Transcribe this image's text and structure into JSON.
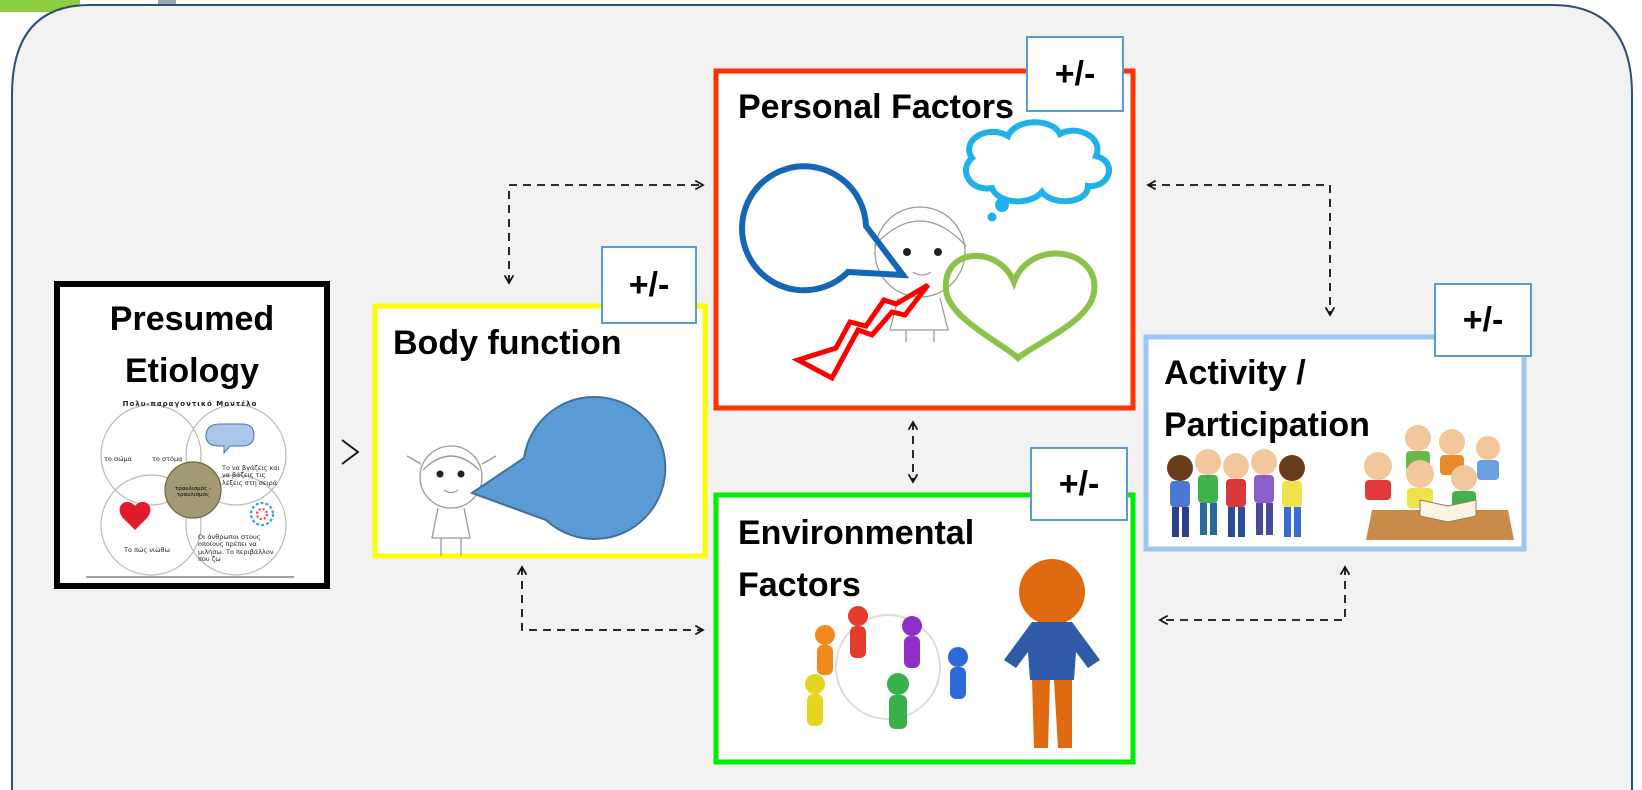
{
  "colors": {
    "panel_fill": "#f2f2f2",
    "panel_border": "#2f4f74",
    "etiology_border": "#000000",
    "body_border": "#ffff00",
    "personal_border": "#ff3300",
    "environmental_border": "#00ee00",
    "activity_border": "#9ec6f2",
    "modifier_border": "#5b9bd5",
    "bubble_blue": "#5b9bd5",
    "speech_outline": "#1666b8",
    "cloud_outline": "#1fb1ea",
    "heart_outline": "#8bc34a",
    "lightning_red": "#ff0000"
  },
  "boxes": {
    "etiology": {
      "title_line1": "Presumed",
      "title_line2": "Etiology",
      "thumbnail": {
        "heading": "Πολυ-παραγοντικό Μοντέλο",
        "circle_top_left_a": "το σώμα",
        "circle_top_left_b": "το στόμα",
        "circle_top_right": "Το να βγάζεις και να βάζεις τις λέξεις στη σειρά",
        "circle_center": "τραυλισμός - τραυλισμός",
        "circle_bottom_left": "Το πώς νιώθω",
        "circle_bottom_right": "Οι άνθρωποι στους οποίους πρέπει να μιλήσω. Το περιβάλλον που ζω"
      }
    },
    "body_function": {
      "title": "Body function",
      "modifier": "+/-"
    },
    "personal": {
      "title": "Personal Factors",
      "modifier": "+/-"
    },
    "environmental": {
      "title_line1": "Environmental",
      "title_line2": "Factors",
      "modifier": "+/-"
    },
    "activity": {
      "title_line1": "Activity /",
      "title_line2": "Participation",
      "modifier": "+/-"
    }
  },
  "icons": {
    "etiology_arrow": "arrowhead-right-icon",
    "child_drawing": "child-drawing-icon",
    "speech_bubble": "speech-bubble-icon",
    "thought_cloud": "thought-cloud-icon",
    "heart": "heart-icon",
    "lightning": "lightning-icon",
    "people_ring": "people-ring-icon",
    "person": "person-figure-icon",
    "kids_group": "children-group-icon",
    "classroom": "classroom-children-icon"
  }
}
